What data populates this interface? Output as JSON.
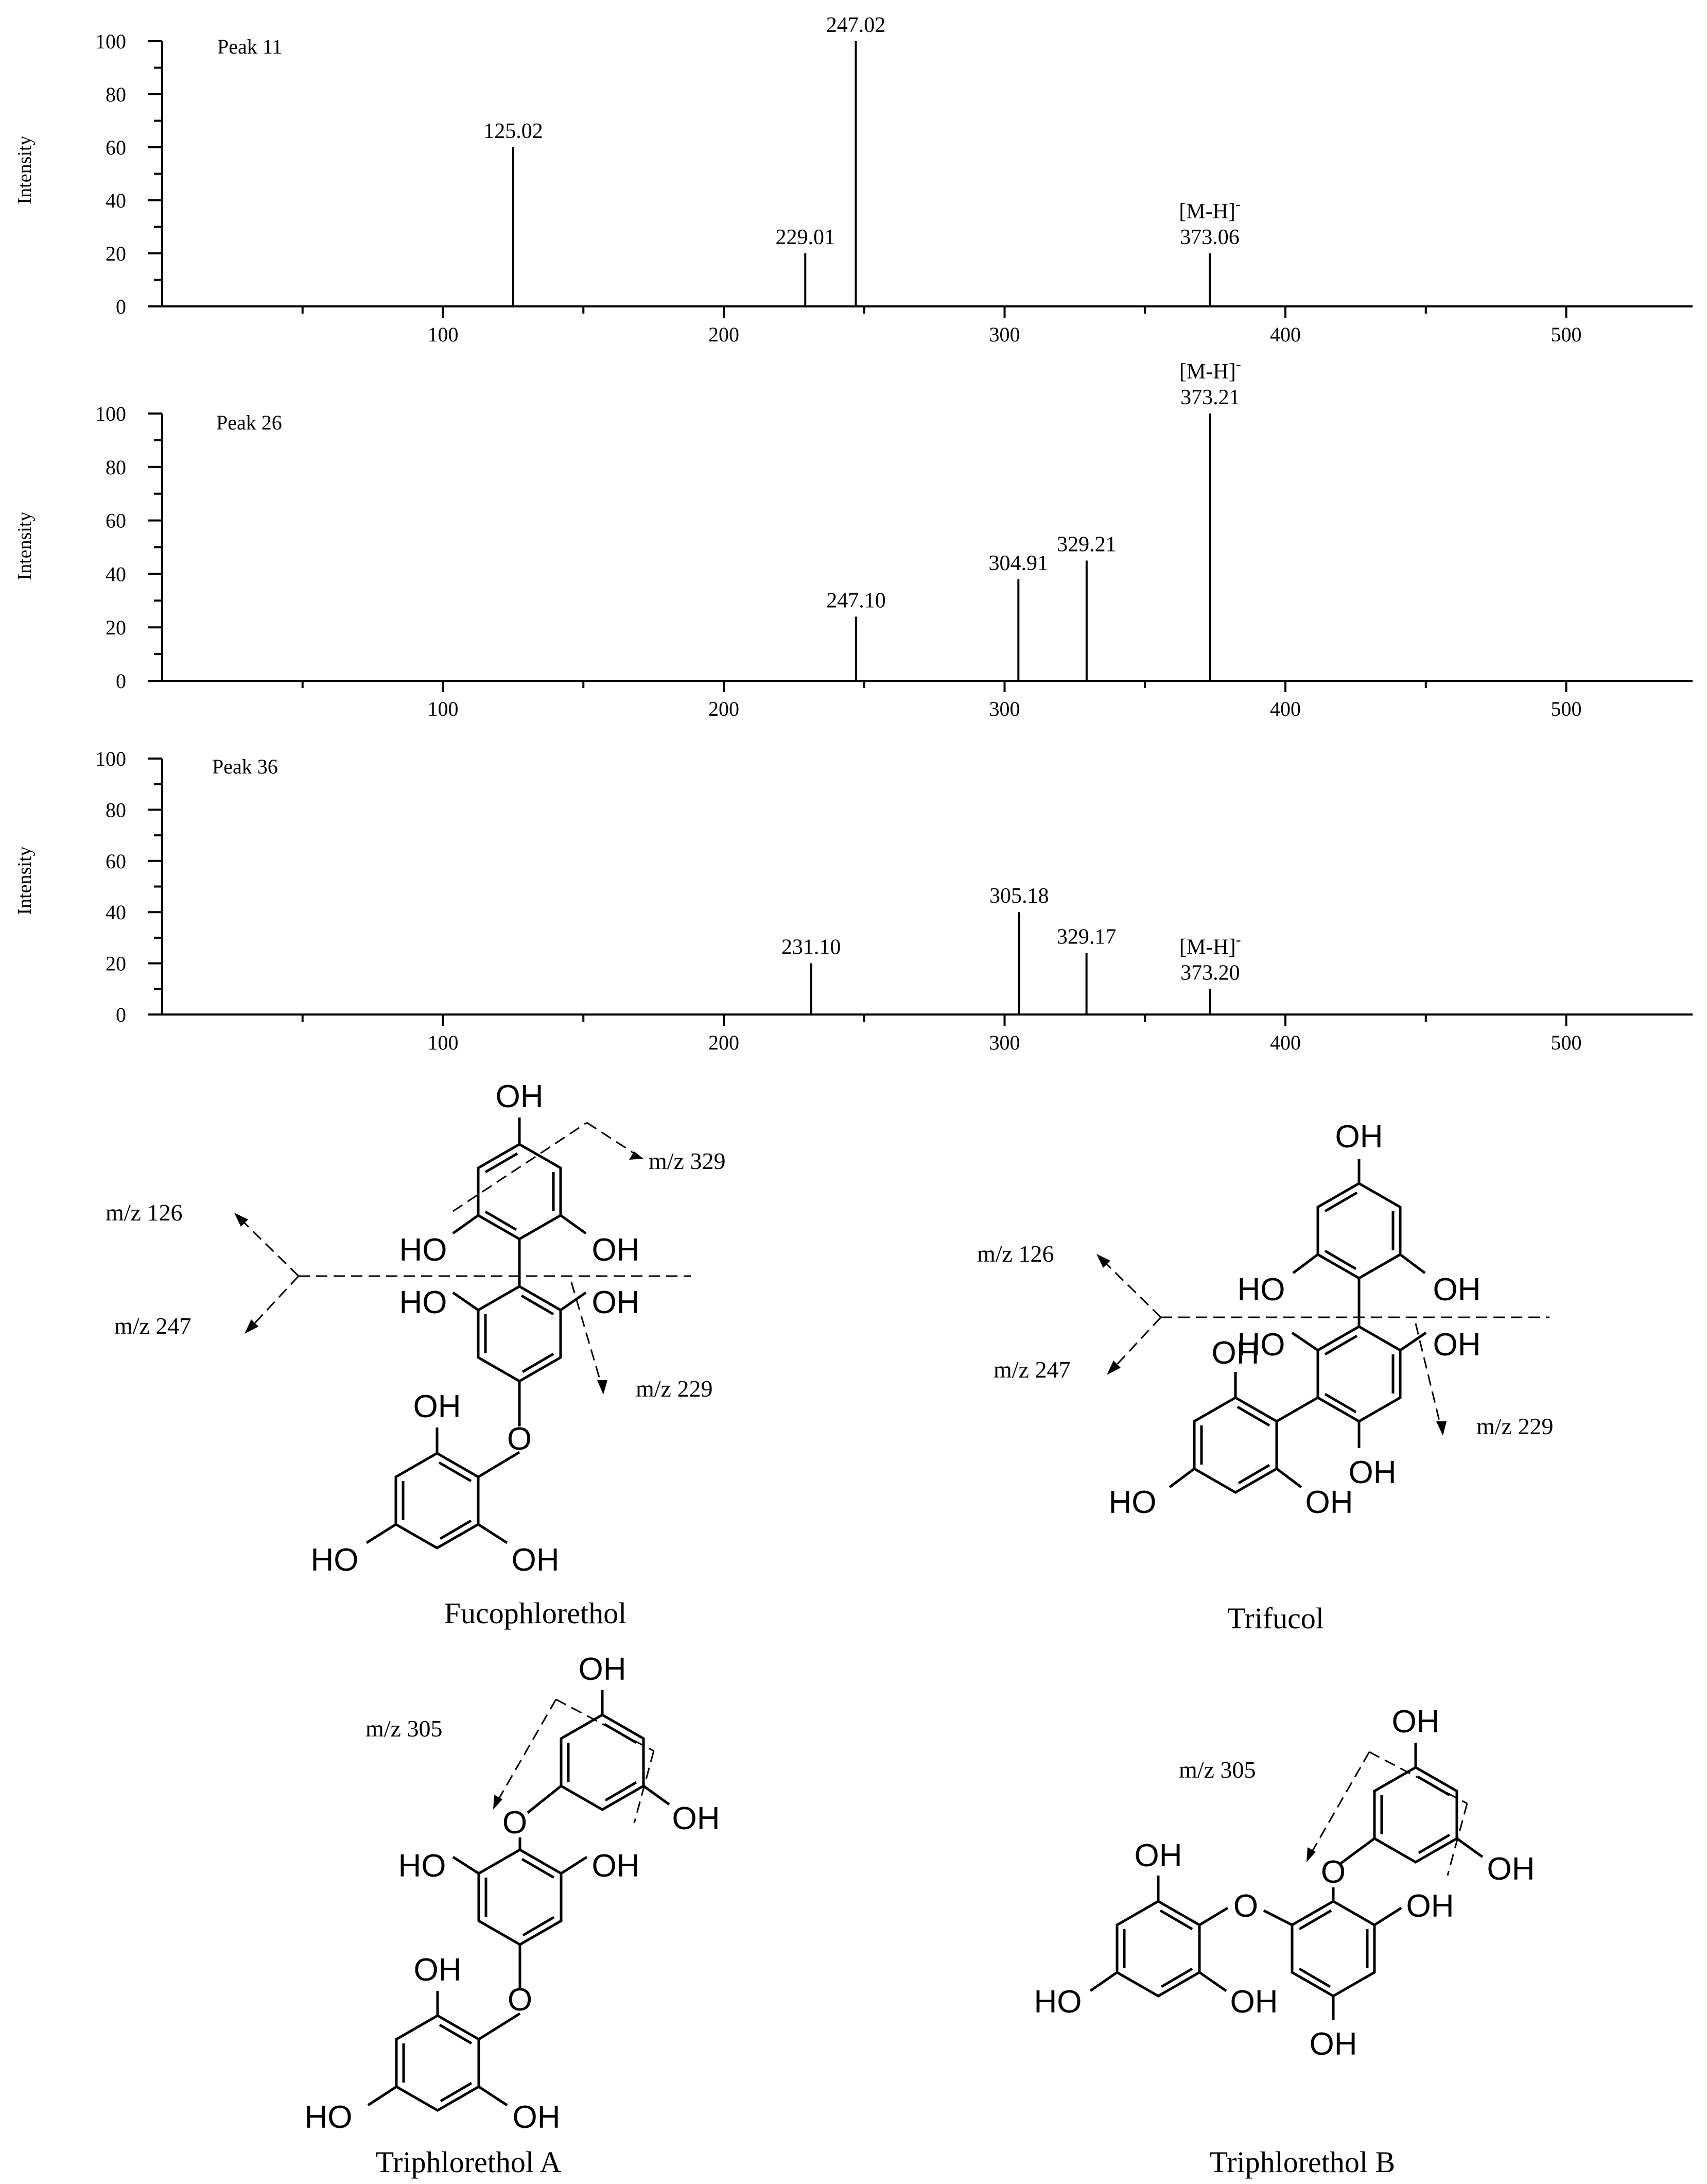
{
  "chart_data": [
    {
      "type": "bar",
      "title": "Peak 11",
      "ylabel": "Intensity",
      "xlabel": "",
      "xlim": [
        0,
        545
      ],
      "ylim": [
        0,
        100
      ],
      "x_ticks": [
        100,
        200,
        300,
        400,
        500
      ],
      "y_ticks": [
        0,
        20,
        40,
        60,
        80,
        100
      ],
      "peaks": [
        {
          "mz": 125.02,
          "intensity": 60,
          "label": "125.02"
        },
        {
          "mz": 229.01,
          "intensity": 20,
          "label": "229.01"
        },
        {
          "mz": 247.02,
          "intensity": 100,
          "label": "247.02"
        },
        {
          "mz": 373.06,
          "intensity": 20,
          "label": "373.06",
          "ion": "[M-H]",
          "ion_sup": "-"
        }
      ]
    },
    {
      "type": "bar",
      "title": "Peak 26",
      "ylabel": "Intensity",
      "xlabel": "",
      "xlim": [
        0,
        545
      ],
      "ylim": [
        0,
        100
      ],
      "x_ticks": [
        100,
        200,
        300,
        400,
        500
      ],
      "y_ticks": [
        0,
        20,
        40,
        60,
        80,
        100
      ],
      "peaks": [
        {
          "mz": 247.1,
          "intensity": 24,
          "label": "247.10"
        },
        {
          "mz": 304.91,
          "intensity": 38,
          "label": "304.91"
        },
        {
          "mz": 329.21,
          "intensity": 45,
          "label": "329.21"
        },
        {
          "mz": 373.21,
          "intensity": 100,
          "label": "373.21",
          "ion": "[M-H]",
          "ion_sup": "-"
        }
      ]
    },
    {
      "type": "bar",
      "title": "Peak 36",
      "ylabel": "Intensity",
      "xlabel": "",
      "xlim": [
        0,
        545
      ],
      "ylim": [
        0,
        100
      ],
      "x_ticks": [
        100,
        200,
        300,
        400,
        500
      ],
      "y_ticks": [
        0,
        20,
        40,
        60,
        80,
        100
      ],
      "peaks": [
        {
          "mz": 231.1,
          "intensity": 20,
          "label": "231.10"
        },
        {
          "mz": 305.18,
          "intensity": 40,
          "label": "305.18"
        },
        {
          "mz": 329.17,
          "intensity": 24,
          "label": "329.17"
        },
        {
          "mz": 373.2,
          "intensity": 10,
          "label": "373.20",
          "ion": "[M-H]",
          "ion_sup": "-"
        }
      ]
    }
  ],
  "structures": {
    "fucophlorethol": {
      "name": "Fucophlorethol",
      "fragments": [
        "m/z 329",
        "m/z 126",
        "m/z 247",
        "m/z 229"
      ],
      "group_labels": [
        "OH",
        "HO",
        "OH",
        "HO",
        "OH",
        "OH",
        "O",
        "HO",
        "OH"
      ]
    },
    "trifucol": {
      "name": "Trifucol",
      "fragments": [
        "m/z 126",
        "m/z 247",
        "m/z 229"
      ],
      "group_labels": [
        "OH",
        "HO",
        "OH",
        "HO",
        "OH",
        "OH",
        "HO",
        "OH",
        "OH"
      ]
    },
    "triphlorethol_a": {
      "name": "Triphlorethol A",
      "fragments": [
        "m/z 305"
      ],
      "group_labels": [
        "OH",
        "OH",
        "O",
        "HO",
        "OH",
        "O",
        "OH",
        "HO",
        "OH"
      ]
    },
    "triphlorethol_b": {
      "name": "Triphlorethol B",
      "fragments": [
        "m/z 305"
      ],
      "group_labels": [
        "OH",
        "OH",
        "O",
        "OH",
        "O",
        "OH",
        "HO",
        "OH",
        "OH"
      ]
    }
  }
}
